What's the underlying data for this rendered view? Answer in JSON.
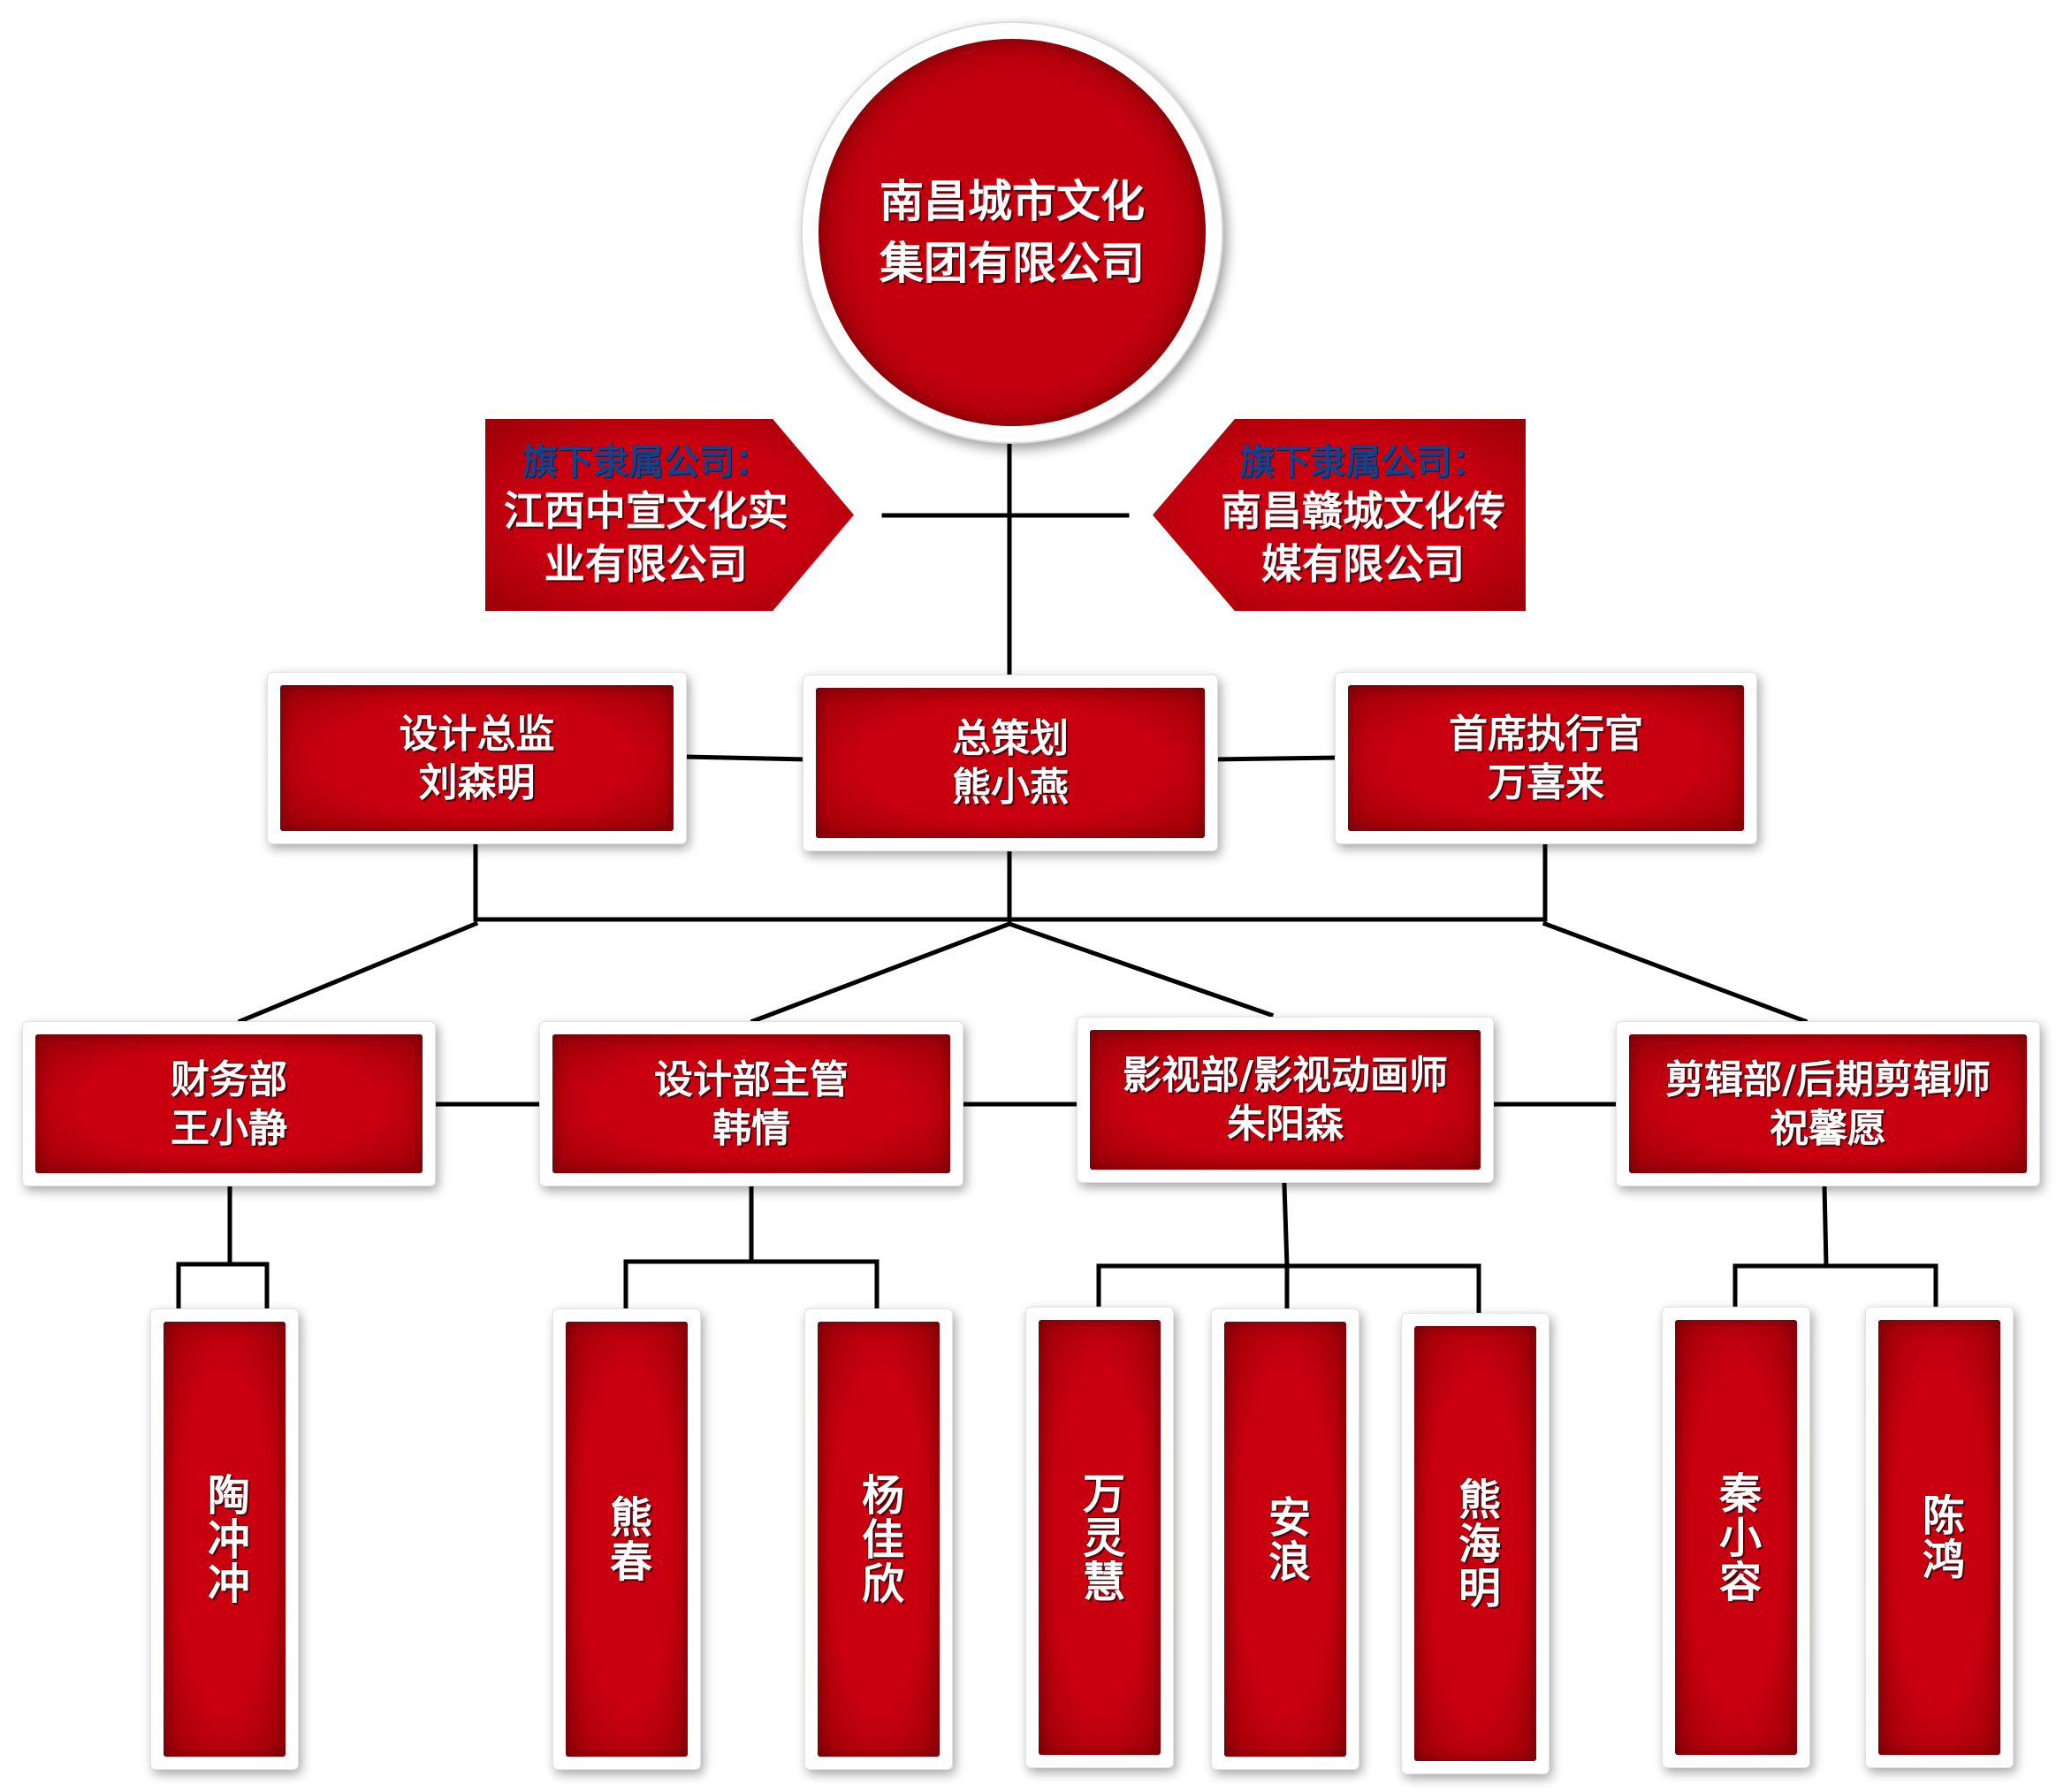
{
  "root": {
    "lines": [
      "南昌城市文化",
      "集团有限公司"
    ]
  },
  "subsidiaries": {
    "left": {
      "caption": "旗下隶属公司：",
      "lines": [
        "江西中宣文化实",
        "业有限公司"
      ]
    },
    "right": {
      "caption": "旗下隶属公司：",
      "lines": [
        "南昌赣城文化传",
        "媒有限公司"
      ]
    }
  },
  "leadership": {
    "design_director": {
      "title": "设计总监",
      "name": "刘森明"
    },
    "chief_planner": {
      "title": "总策划",
      "name": "熊小燕"
    },
    "ceo": {
      "title": "首席执行官",
      "name": "万喜来"
    }
  },
  "departments": [
    {
      "title": "财务部",
      "name": "王小静",
      "members": [
        "陶冲冲"
      ]
    },
    {
      "title": "设计部主管",
      "name": "韩情",
      "members": [
        "熊春",
        "杨佳欣"
      ]
    },
    {
      "title": "影视部/影视动画师",
      "name": "朱阳森",
      "members": [
        "万灵慧",
        "安浪",
        "熊海明"
      ]
    },
    {
      "title": "剪辑部/后期剪辑师",
      "name": "祝馨愿",
      "members": [
        "秦小容",
        "陈鸿"
      ]
    }
  ],
  "colors": {
    "box_red": "#c8000f",
    "caption_blue": "#1d3f86",
    "connector": "#000000"
  }
}
